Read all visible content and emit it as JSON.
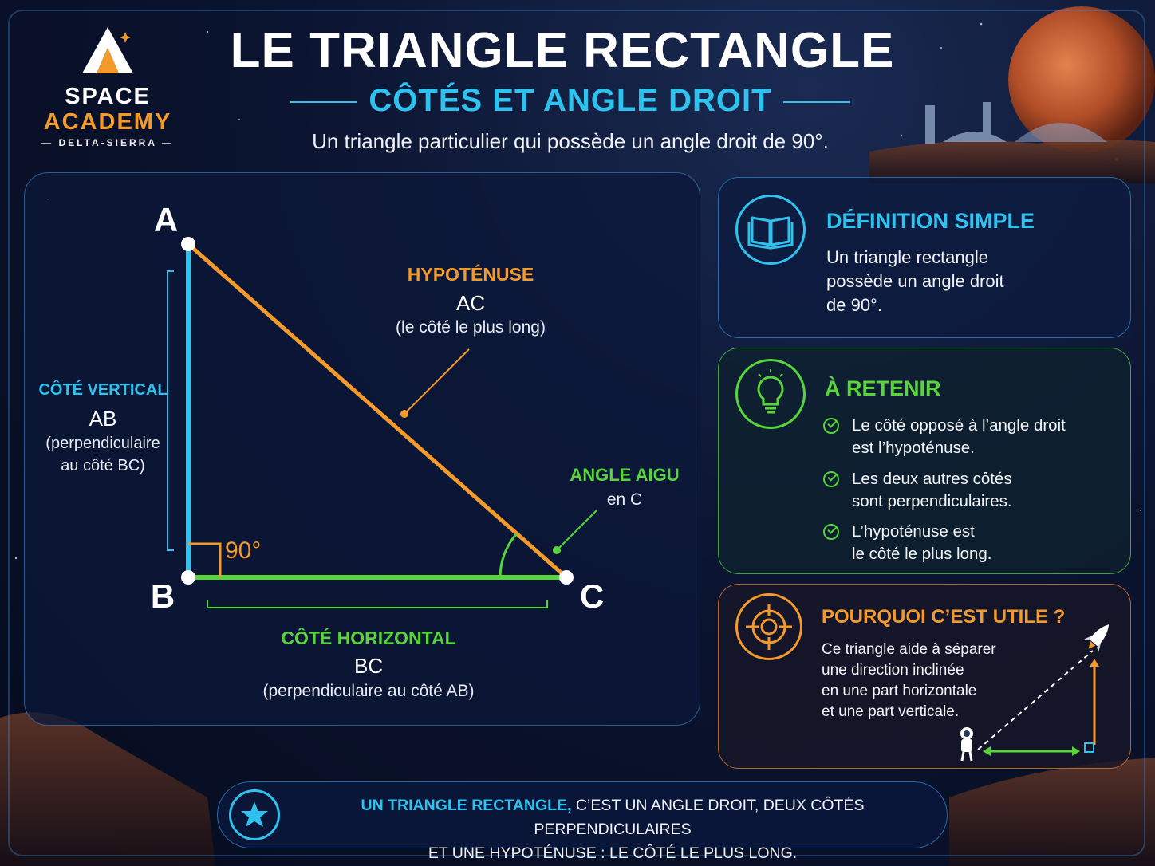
{
  "logo": {
    "line1": "SPACE",
    "line2": "ACADEMY",
    "line3": "DELTA-SIERRA"
  },
  "header": {
    "title": "LE TRIANGLE RECTANGLE",
    "subtitle": "CÔTÉS ET  ANGLE DROIT",
    "tagline": "Un triangle particulier qui possède un angle droit de 90°."
  },
  "diagram": {
    "vertices": {
      "a": "A",
      "b": "B",
      "c": "C"
    },
    "hypotenuse": {
      "title": "HYPOTÉNUSE",
      "name": "AC",
      "note": "(le côté le plus long)"
    },
    "vertical_side": {
      "title": "CÔTÉ VERTICAL",
      "name": "AB",
      "note1": "(perpendiculaire",
      "note2": "au côté BC)"
    },
    "horizontal_side": {
      "title": "CÔTÉ HORIZONTAL",
      "name": "BC",
      "note": "(perpendiculaire au côté AB)"
    },
    "right_angle": "90°",
    "acute_angle": {
      "title": "ANGLE AIGU",
      "note": "en C"
    }
  },
  "definition": {
    "title": "DÉFINITION SIMPLE",
    "line1": "Un triangle rectangle",
    "line2": "possède un angle droit",
    "line3": "de 90°."
  },
  "remember": {
    "title": "À RETENIR",
    "items": [
      {
        "l1": "Le côté opposé à l’angle droit",
        "l2": "est l’hypoténuse."
      },
      {
        "l1": "Les deux autres côtés",
        "l2": "sont perpendiculaires."
      },
      {
        "l1": "L’hypoténuse est",
        "l2": "le côté le plus long."
      }
    ]
  },
  "useful": {
    "title": "POURQUOI C’EST UTILE ?",
    "line1": "Ce triangle aide à séparer",
    "line2": "une direction inclinée",
    "line3": "en une part horizontale",
    "line4": "et une part verticale."
  },
  "footer": {
    "highlight": "UN TRIANGLE RECTANGLE,",
    "rest1": " C’EST UN ANGLE DROIT, DEUX CÔTÉS PERPENDICULAIRES",
    "line2": "ET UNE HYPOTÉNUSE : LE CÔTÉ LE PLUS LONG."
  },
  "colors": {
    "cyan": "#2ec3ef",
    "orange": "#f39a2b",
    "green": "#57d63b",
    "navy": "#0b1430"
  }
}
